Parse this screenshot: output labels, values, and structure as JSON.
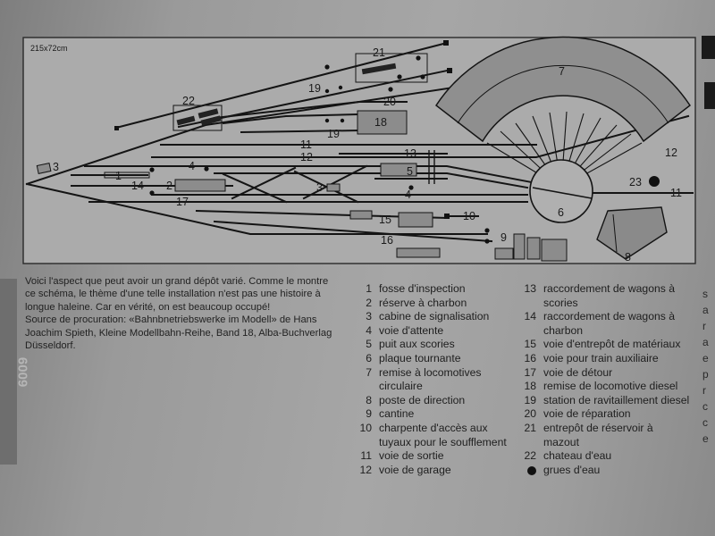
{
  "diagram": {
    "dimensions": "215x72cm",
    "labels": {
      "n1": "1",
      "n2": "2",
      "n3a": "3",
      "n3b": "3",
      "n4a": "4",
      "n4b": "4",
      "n5": "5",
      "n6": "6",
      "n7": "7",
      "n8": "8",
      "n9": "9",
      "n10": "10",
      "n11a": "11",
      "n11b": "11",
      "n12a": "12",
      "n12b": "12",
      "n13": "13",
      "n14": "14",
      "n15": "15",
      "n16": "16",
      "n17": "17",
      "n18": "18",
      "n19a": "19",
      "n19b": "19",
      "n20": "20",
      "n21": "21",
      "n22": "22",
      "n23": "23"
    }
  },
  "caption": {
    "p1": "Voici l'aspect que peut avoir un grand dépôt varié. Comme le montre ce schéma, le thème d'une telle installation n'est pas une histoire à longue haleine. Car en vérité, on est beaucoup occupé!",
    "p2": "Source de procuration: «Bahnbnetriebswerke im Modell» de Hans Joachim Spieth, Kleine Modellbahn-Reihe, Band 18, Alba-Buchverlag Düsseldorf."
  },
  "sidebar_tab": "6009",
  "legend": {
    "col1": [
      {
        "n": "1",
        "t": "fosse d'inspection"
      },
      {
        "n": "2",
        "t": "réserve à charbon"
      },
      {
        "n": "3",
        "t": "cabine de signalisation"
      },
      {
        "n": "4",
        "t": "voie d'attente"
      },
      {
        "n": "5",
        "t": "puit aux scories"
      },
      {
        "n": "6",
        "t": "plaque tournante"
      },
      {
        "n": "7",
        "t": "remise à locomotives circulaire"
      },
      {
        "n": "8",
        "t": "poste de direction"
      },
      {
        "n": "9",
        "t": "cantine"
      },
      {
        "n": "10",
        "t": "charpente d'accès aux tuyaux pour le soufflement"
      },
      {
        "n": "11",
        "t": "voie de sortie"
      },
      {
        "n": "12",
        "t": "voie de garage"
      }
    ],
    "col2": [
      {
        "n": "13",
        "t": "raccordement de wagons à scories"
      },
      {
        "n": "14",
        "t": "raccordement de wagons à charbon"
      },
      {
        "n": "15",
        "t": "voie d'entrepôt de matériaux"
      },
      {
        "n": "16",
        "t": "voie pour train auxiliaire"
      },
      {
        "n": "17",
        "t": "voie de détour"
      },
      {
        "n": "18",
        "t": "remise de locomotive diesel"
      },
      {
        "n": "19",
        "t": "station de ravitaillement diesel"
      },
      {
        "n": "20",
        "t": "voie de réparation"
      },
      {
        "n": "21",
        "t": "entrepôt de réservoir à mazout"
      },
      {
        "n": "22",
        "t": "chateau d'eau"
      }
    ],
    "symbol_label": "grues d'eau"
  },
  "edge_text": [
    "s",
    "a",
    "r",
    "a",
    "e",
    "p",
    "r",
    "c",
    "c",
    "e"
  ]
}
